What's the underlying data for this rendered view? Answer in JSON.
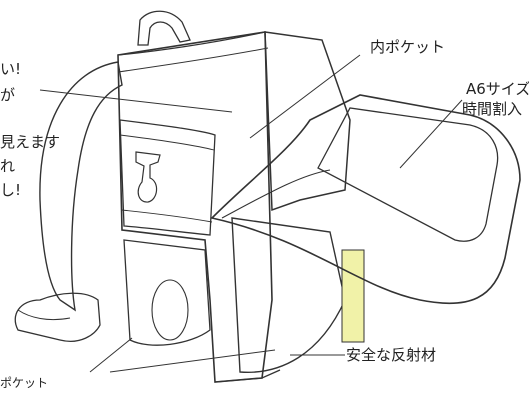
{
  "labels": {
    "inner_pocket": "内ポケット",
    "a6_line1": "A6サイズ",
    "a6_line2": "時間割入",
    "reflector": "安全な反射材",
    "left_line1": "い!",
    "left_line2": "が",
    "left_line3": "見えます",
    "left_line4": "れ",
    "left_line5": "し!",
    "bottom_left": "ポケット"
  },
  "colors": {
    "outline": "#333333",
    "reflector_fill": "#f1f2a8",
    "background": "#ffffff"
  }
}
